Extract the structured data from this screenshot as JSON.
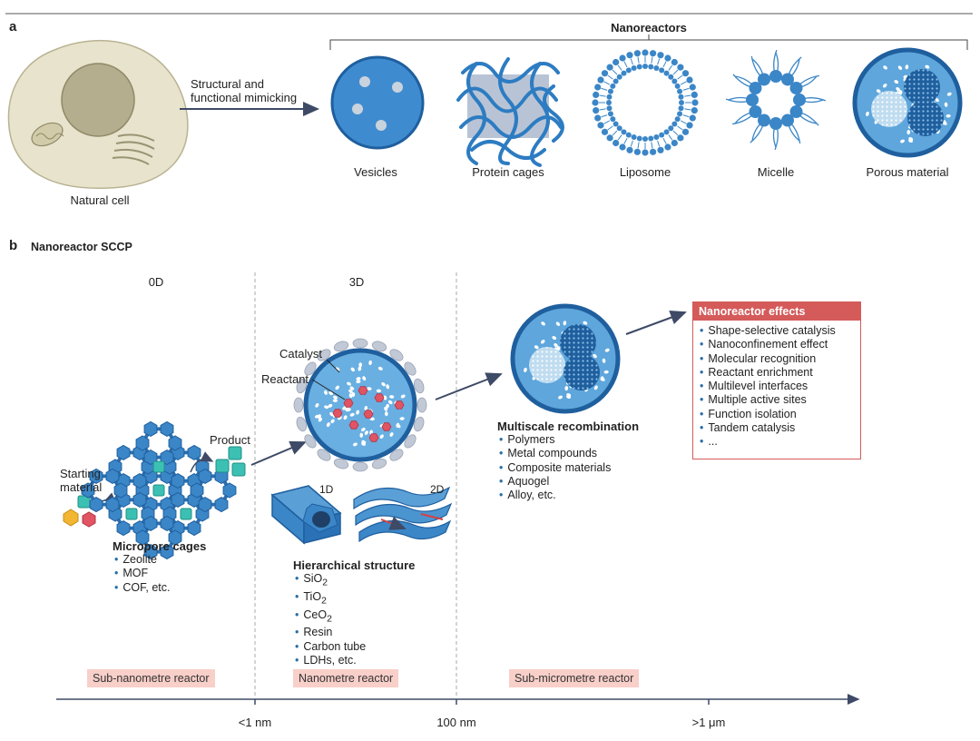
{
  "panel_a": {
    "label": "a",
    "group_title": "Nanoreactors",
    "cell_label": "Natural cell",
    "mimic_label_1": "Structural and",
    "mimic_label_2": "functional mimicking",
    "items": [
      "Vesicles",
      "Protein cages",
      "Liposome",
      "Micelle",
      "Porous material"
    ]
  },
  "panel_b": {
    "label": "b",
    "title": "Nanoreactor SCCP",
    "dim_0d": "0D",
    "dim_3d": "3D",
    "dim_1d": "1D",
    "dim_2d": "2D",
    "starting_1": "Starting",
    "starting_2": "material",
    "product": "Product",
    "catalyst": "Catalyst",
    "reactant": "Reactant",
    "micropore": {
      "title": "Micropore cages",
      "items": [
        "Zeolite",
        "MOF",
        "COF, etc."
      ]
    },
    "hierarchical": {
      "title": "Hierarchical structure",
      "items": [
        {
          "base": "SiO",
          "sub": "2"
        },
        {
          "base": "TiO",
          "sub": "2"
        },
        {
          "base": "CeO",
          "sub": "2"
        },
        {
          "base": "Resin",
          "sub": ""
        },
        {
          "base": "Carbon tube",
          "sub": ""
        },
        {
          "base": "LDHs, etc.",
          "sub": ""
        }
      ]
    },
    "multiscale": {
      "title": "Multiscale recombination",
      "items": [
        "Polymers",
        "Metal compounds",
        "Composite materials",
        "Aquogel",
        "Alloy, etc."
      ]
    },
    "effects": {
      "title": "Nanoreactor effects",
      "items": [
        "Shape-selective catalysis",
        "Nanoconfinement effect",
        "Molecular recognition",
        "Reactant enrichment",
        "Multilevel interfaces",
        "Multiple active sites",
        "Function isolation",
        "Tandem catalysis",
        "..."
      ]
    },
    "reactor_tags": [
      "Sub-nanometre reactor",
      "Nanometre reactor",
      "Sub-micrometre reactor"
    ],
    "axis_ticks": [
      "<1 nm",
      "100 nm",
      ">1 μm"
    ]
  },
  "colors": {
    "blue_dark": "#1f5f9e",
    "blue_mid": "#3b86c7",
    "blue_light": "#9fcbe9",
    "cell_fill": "#e8e3cc",
    "nucleus": "#b4ad8e",
    "accent_red": "#d55a5a",
    "tag_fill": "#f8cfc9"
  }
}
